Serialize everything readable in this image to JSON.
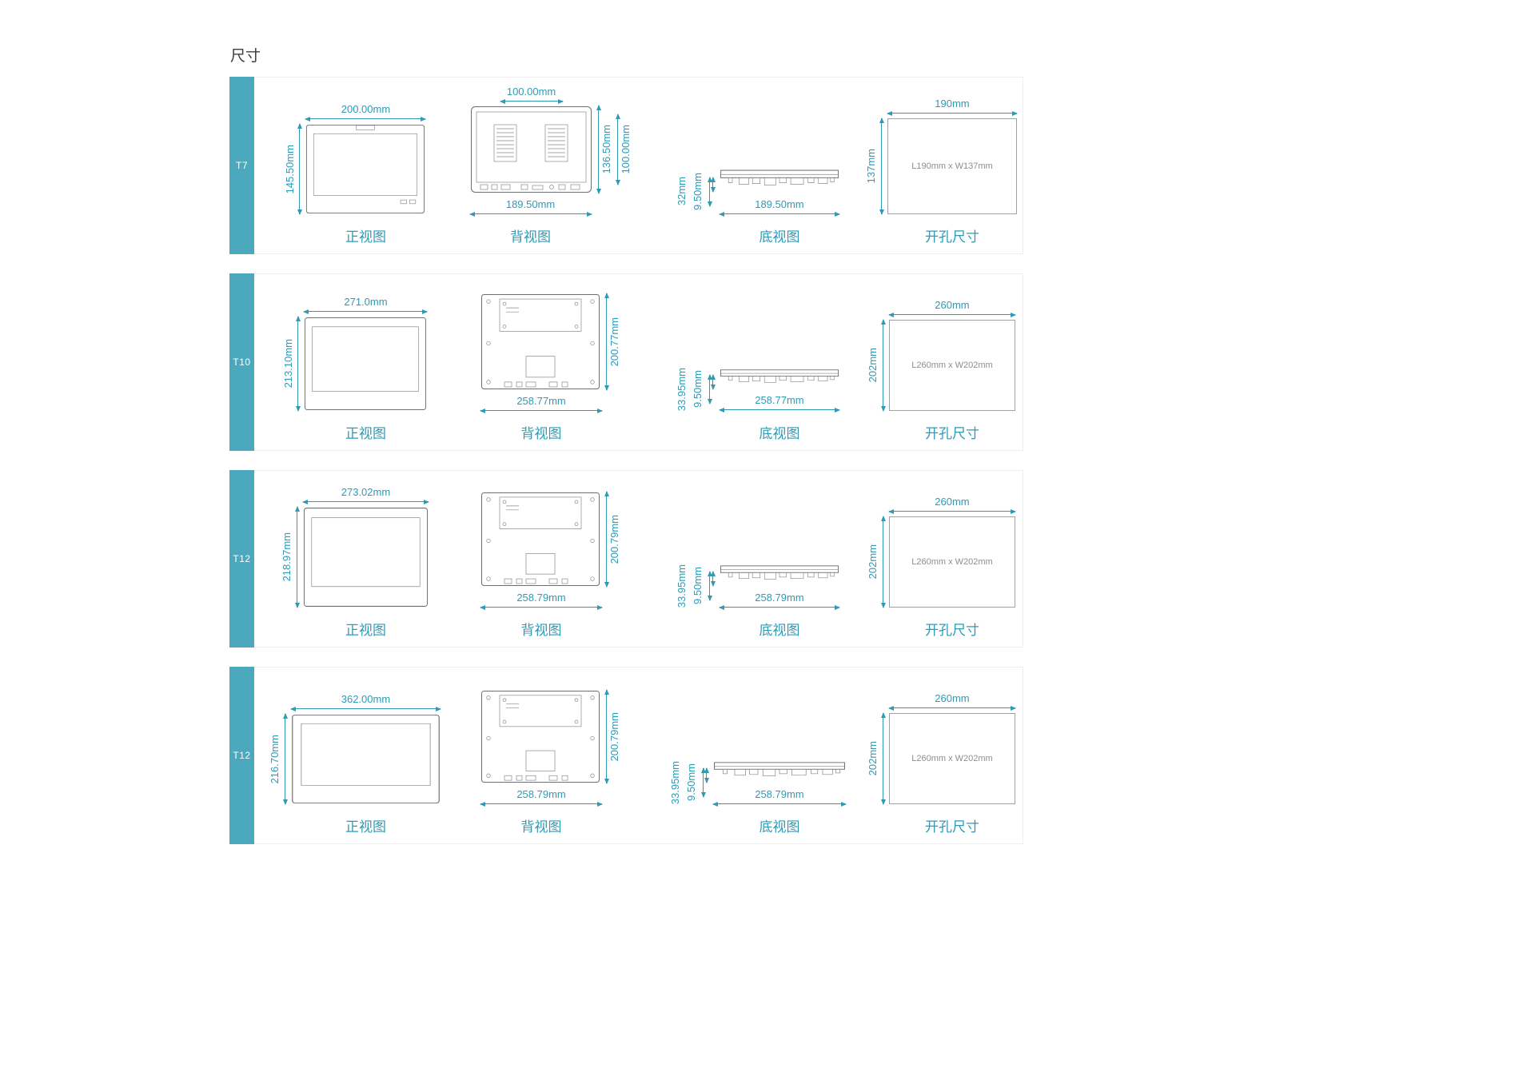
{
  "page": {
    "title": "尺寸"
  },
  "captions": {
    "front": "正视图",
    "back": "背视图",
    "bottom": "底视图",
    "cutout": "开孔尺寸"
  },
  "colors": {
    "accent_tab": "#4BA8BD",
    "dimension_text": "#2F9AB4",
    "drawing_line": "#6B6F73"
  },
  "rows": [
    {
      "label": "T7",
      "front": {
        "width": "200.00mm",
        "height": "145.50mm"
      },
      "back": {
        "top_width": "100.00mm",
        "height": "136.50mm",
        "spacing": "100.00mm",
        "bottom_width": "189.50mm"
      },
      "bottom": {
        "height": "32mm",
        "inset": "9.50mm",
        "width": "189.50mm"
      },
      "cutout": {
        "width": "190mm",
        "height": "137mm",
        "label": "L190mm x W137mm"
      }
    },
    {
      "label": "T10",
      "front": {
        "width": "271.0mm",
        "height": "213.10mm"
      },
      "back": {
        "height": "200.77mm",
        "bottom_width": "258.77mm"
      },
      "bottom": {
        "height": "33.95mm",
        "inset": "9.50mm",
        "width": "258.77mm"
      },
      "cutout": {
        "width": "260mm",
        "height": "202mm",
        "label": "L260mm x W202mm"
      }
    },
    {
      "label": "T12",
      "front": {
        "width": "273.02mm",
        "height": "218.97mm"
      },
      "back": {
        "height": "200.79mm",
        "bottom_width": "258.79mm"
      },
      "bottom": {
        "height": "33.95mm",
        "inset": "9.50mm",
        "width": "258.79mm"
      },
      "cutout": {
        "width": "260mm",
        "height": "202mm",
        "label": "L260mm x W202mm"
      }
    },
    {
      "label": "T12",
      "front": {
        "width": "362.00mm",
        "height": "216.70mm"
      },
      "back": {
        "height": "200.79mm",
        "bottom_width": "258.79mm"
      },
      "bottom": {
        "height": "33.95mm",
        "inset": "9.50mm",
        "width": "258.79mm"
      },
      "cutout": {
        "width": "260mm",
        "height": "202mm",
        "label": "L260mm x W202mm"
      }
    }
  ]
}
